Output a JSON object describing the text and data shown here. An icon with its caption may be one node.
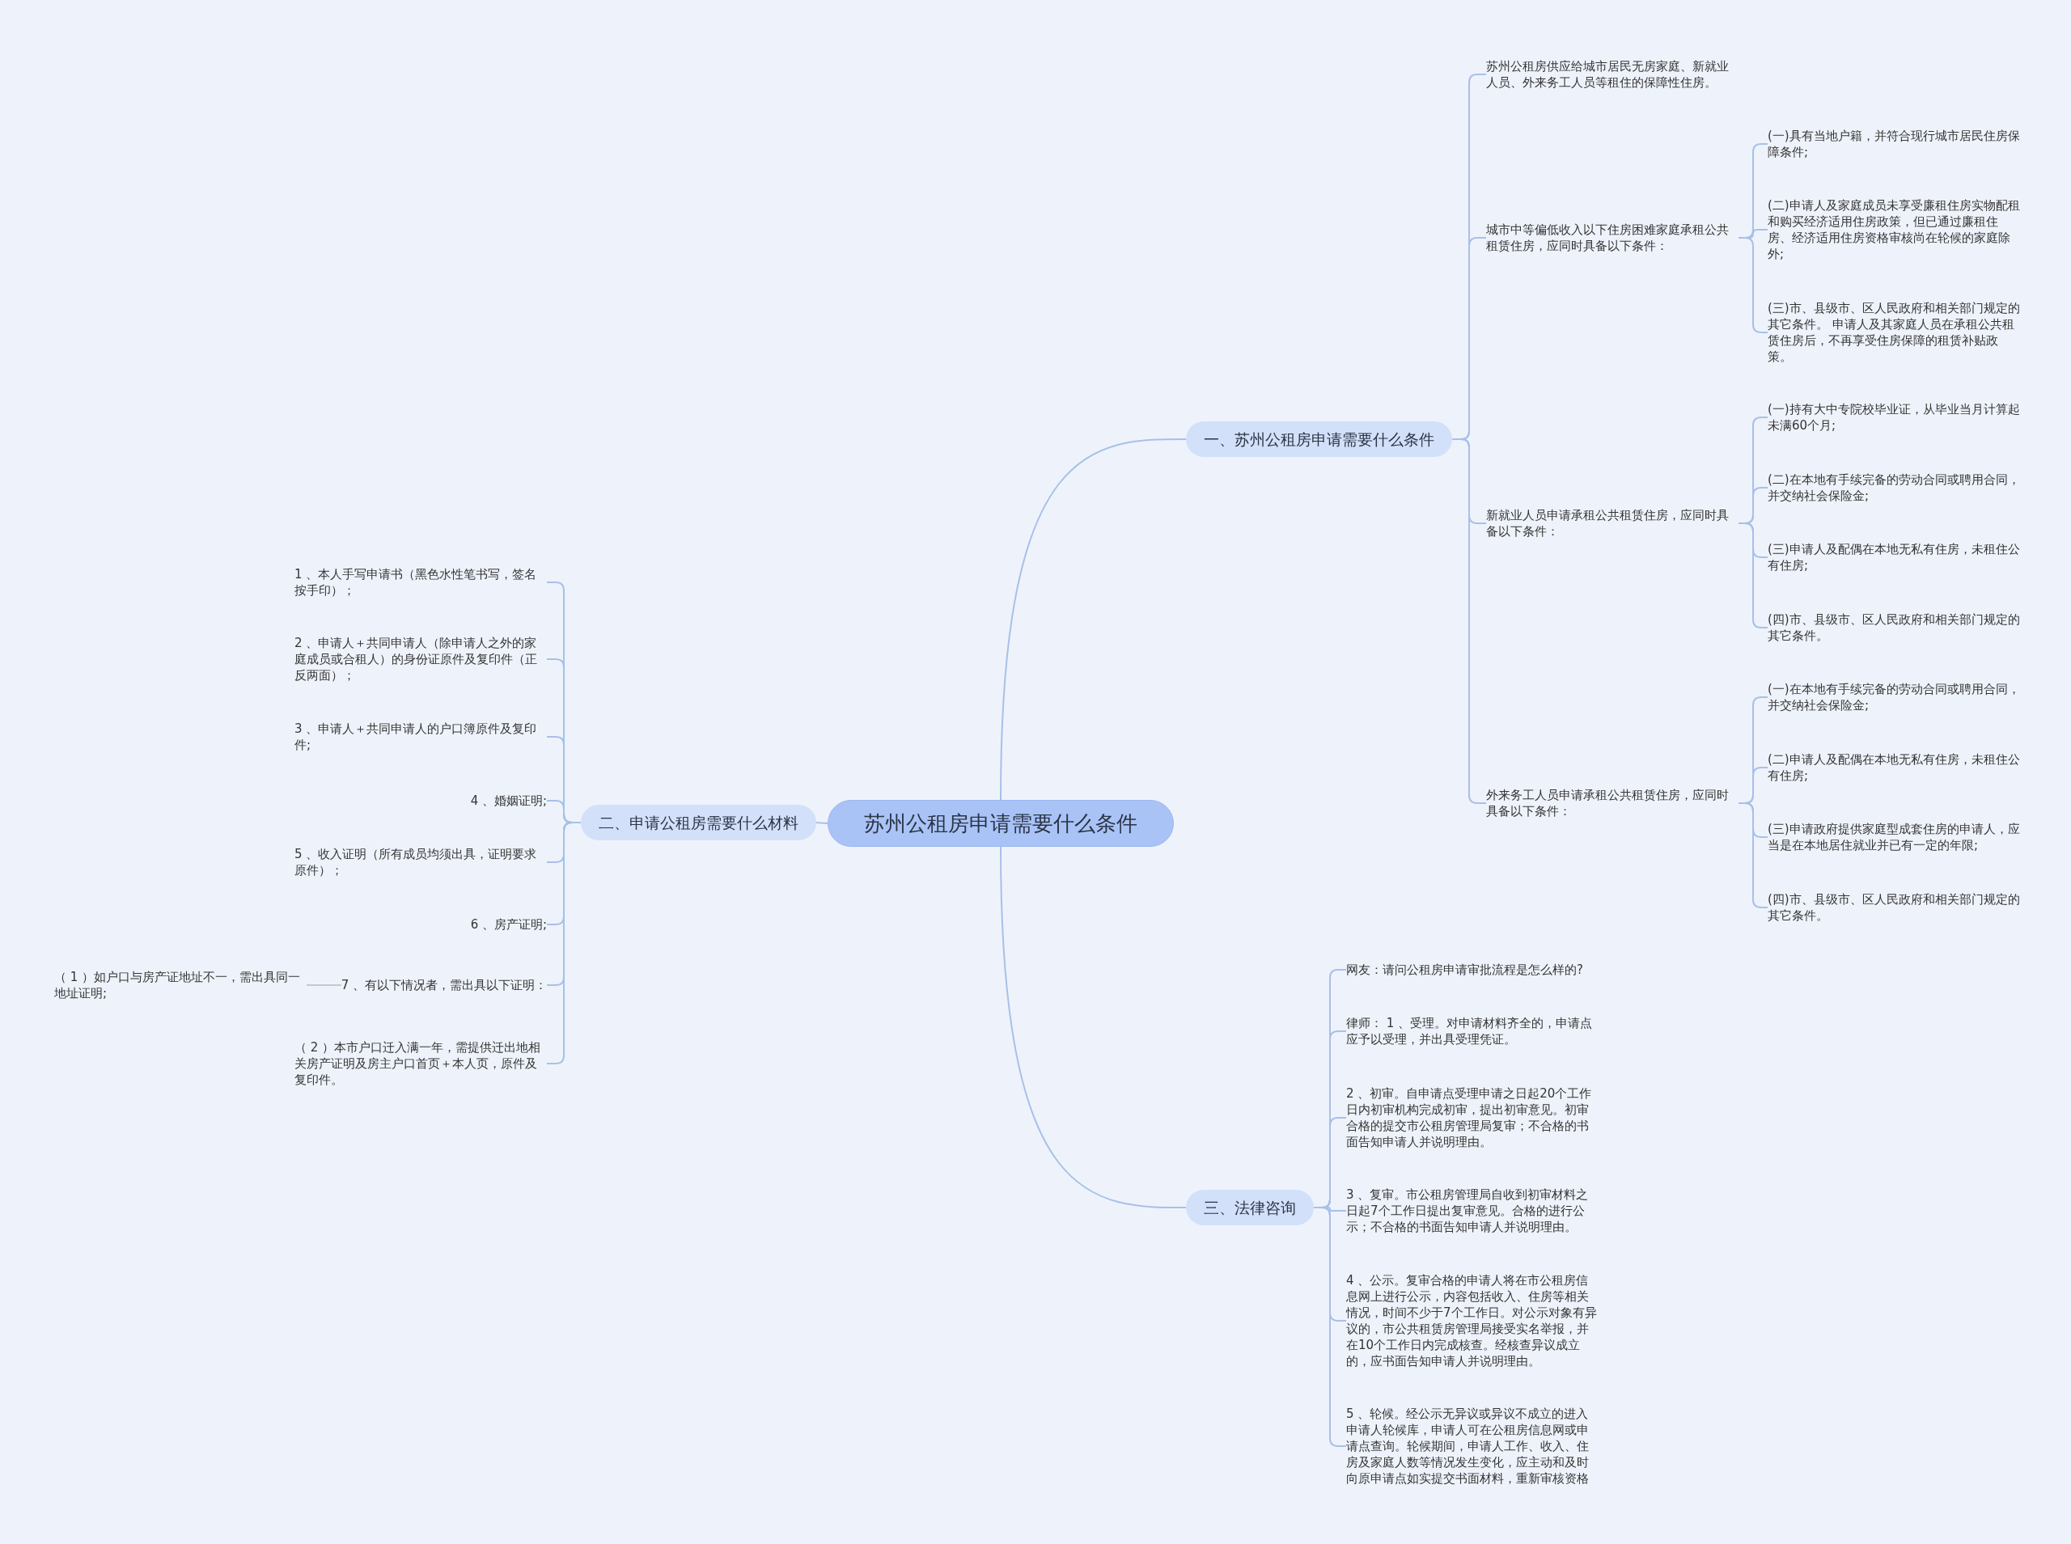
{
  "diagram": {
    "nodes": [
      {
        "text": [
          "苏州公租房申请需要什么条件"
        ]
      },
      {
        "text": [
          "一、苏州公租房申请需要什么条件"
        ]
      },
      {
        "text": [
          "二、申请公租房需要什么材料"
        ]
      },
      {
        "text": [
          "三、法律咨询"
        ]
      },
      {
        "text": [
          "苏州公租房供应给城市居民无房家庭、新就业人员、外来务工人员等租住的保障性住房。"
        ]
      },
      {
        "text": [
          "城市中等偏低收入以下住房困难家庭承租公共租赁住房，应同时具备以下条件："
        ]
      },
      {
        "text": [
          "(一)具有当地户籍，并符合现行城市居民住房保障条件;"
        ]
      },
      {
        "text": [
          "(二)申请人及家庭成员未享受廉租住房实物配租和购买经济适用住房政策，但已通过廉租住房、经济适用住房资格审核尚在轮候的家庭除外;"
        ]
      },
      {
        "text": [
          "(三)市、县级市、区人民政府和相关部门规定的其它条件。 申请人及其家庭人员在承租公共租赁住房后，不再享受住房保障的租赁补贴政策。"
        ]
      },
      {
        "text": [
          "新就业人员申请承租公共租赁住房，应同时具备以下条件："
        ]
      },
      {
        "text": [
          "(一)持有大中专院校毕业证，从毕业当月计算起未满60个月;"
        ]
      },
      {
        "text": [
          "(二)在本地有手续完备的劳动合同或聘用合同，并交纳社会保险金;"
        ]
      },
      {
        "text": [
          "(三)申请人及配偶在本地无私有住房，未租住公有住房;"
        ]
      },
      {
        "text": [
          "(四)市、县级市、区人民政府和相关部门规定的其它条件。"
        ]
      },
      {
        "text": [
          "外来务工人员申请承租公共租赁住房，应同时具备以下条件："
        ]
      },
      {
        "text": [
          "(一)在本地有手续完备的劳动合同或聘用合同，并交纳社会保险金;"
        ]
      },
      {
        "text": [
          "(二)申请人及配偶在本地无私有住房，未租住公有住房;"
        ]
      },
      {
        "text": [
          "(三)申请政府提供家庭型成套住房的申请人，应当是在本地居住就业并已有一定的年限;"
        ]
      },
      {
        "text": [
          "(四)市、县级市、区人民政府和相关部门规定的其它条件。"
        ]
      },
      {
        "text": [
          "网友：请问公租房申请审批流程是怎么样的?"
        ]
      },
      {
        "text": [
          "律师： 1 、受理。对申请材料齐全的，申请点应予以受理，并出具受理凭证。"
        ]
      },
      {
        "text": [
          " 2 、初审。自申请点受理申请之日起20个工作日内初审机构完成初审，提出初审意见。初审合格的提交市公租房管理局复审；不合格的书面告知申请人并说明理由。"
        ]
      },
      {
        "text": [
          " 3 、复审。市公租房管理局自收到初审材料之日起7个工作日提出复审意见。合格的进行公示；不合格的书面告知申请人并说明理由。"
        ]
      },
      {
        "text": [
          " 4 、公示。复审合格的申请人将在市公租房信息网上进行公示，内容包括收入、住房等相关情况，时间不少于7个工作日。对公示对象有异议的，市公共租赁房管理局接受实名举报，并在10个工作日内完成核查。经核查异议成立的，应书面告知申请人并说明理由。"
        ]
      },
      {
        "text": [
          " 5 、轮候。经公示无异议或异议不成立的进入申请人轮候库，申请人可在公租房信息网或申请点查询。轮候期间，申请人工作、收入、住房及家庭人数等情况发生变化，应主动和及时向原申请点如实提交书面材料，重新审核资格"
        ]
      },
      {
        "text": [
          " 1 、本人手写申请书（黑色水性笔书写，签名按手印）；"
        ]
      },
      {
        "text": [
          " 2 、申请人＋共同申请人（除申请人之外的家庭成员或合租人）的身份证原件及复印件（正反两面）；"
        ]
      },
      {
        "text": [
          " 3 、申请人＋共同申请人的户口簿原件及复印件;"
        ]
      },
      {
        "text": [
          "4 、婚姻证明;"
        ]
      },
      {
        "text": [
          " 5 、收入证明（所有成员均须出具，证明要求原件）；"
        ]
      },
      {
        "text": [
          "6 、房产证明;"
        ]
      },
      {
        "text": [
          "7 、有以下情况者，需出具以下证明："
        ]
      },
      {
        "text": [
          "（ 1 ）如户口与房产证地址不一，需出具同一地址证明;"
        ]
      },
      {
        "text": [
          "（ 2 ）本市户口迁入满一年，需提供迁出地相关房产证明及房主户口首页＋本人页，原件及复印件。"
        ]
      }
    ],
    "edges": [
      {
        "from": 0,
        "to": 1,
        "arrow": "none"
      },
      {
        "from": 0,
        "to": 2,
        "arrow": "none"
      },
      {
        "from": 0,
        "to": 3,
        "arrow": "none"
      },
      {
        "from": 1,
        "to": 4,
        "arrow": "none"
      },
      {
        "from": 1,
        "to": 5,
        "arrow": "none"
      },
      {
        "from": 1,
        "to": 9,
        "arrow": "none"
      },
      {
        "from": 1,
        "to": 14,
        "arrow": "none"
      },
      {
        "from": 5,
        "to": 6,
        "arrow": "none"
      },
      {
        "from": 5,
        "to": 7,
        "arrow": "none"
      },
      {
        "from": 5,
        "to": 8,
        "arrow": "none"
      },
      {
        "from": 9,
        "to": 10,
        "arrow": "none"
      },
      {
        "from": 9,
        "to": 11,
        "arrow": "none"
      },
      {
        "from": 9,
        "to": 12,
        "arrow": "none"
      },
      {
        "from": 9,
        "to": 13,
        "arrow": "none"
      },
      {
        "from": 14,
        "to": 15,
        "arrow": "none"
      },
      {
        "from": 14,
        "to": 16,
        "arrow": "none"
      },
      {
        "from": 14,
        "to": 17,
        "arrow": "none"
      },
      {
        "from": 14,
        "to": 18,
        "arrow": "none"
      },
      {
        "from": 3,
        "to": 19,
        "arrow": "none"
      },
      {
        "from": 3,
        "to": 20,
        "arrow": "none"
      },
      {
        "from": 3,
        "to": 21,
        "arrow": "none"
      },
      {
        "from": 3,
        "to": 22,
        "arrow": "none"
      },
      {
        "from": 3,
        "to": 23,
        "arrow": "none"
      },
      {
        "from": 3,
        "to": 24,
        "arrow": "none"
      },
      {
        "from": 2,
        "to": 25,
        "arrow": "none"
      },
      {
        "from": 2,
        "to": 26,
        "arrow": "none"
      },
      {
        "from": 2,
        "to": 27,
        "arrow": "none"
      },
      {
        "from": 2,
        "to": 28,
        "arrow": "none"
      },
      {
        "from": 2,
        "to": 29,
        "arrow": "none"
      },
      {
        "from": 2,
        "to": 30,
        "arrow": "none"
      },
      {
        "from": 2,
        "to": 31,
        "arrow": "none"
      },
      {
        "from": 31,
        "to": 32,
        "arrow": "none",
        "color": "#c8c8c8"
      },
      {
        "from": 2,
        "to": 33,
        "arrow": "none"
      }
    ]
  }
}
